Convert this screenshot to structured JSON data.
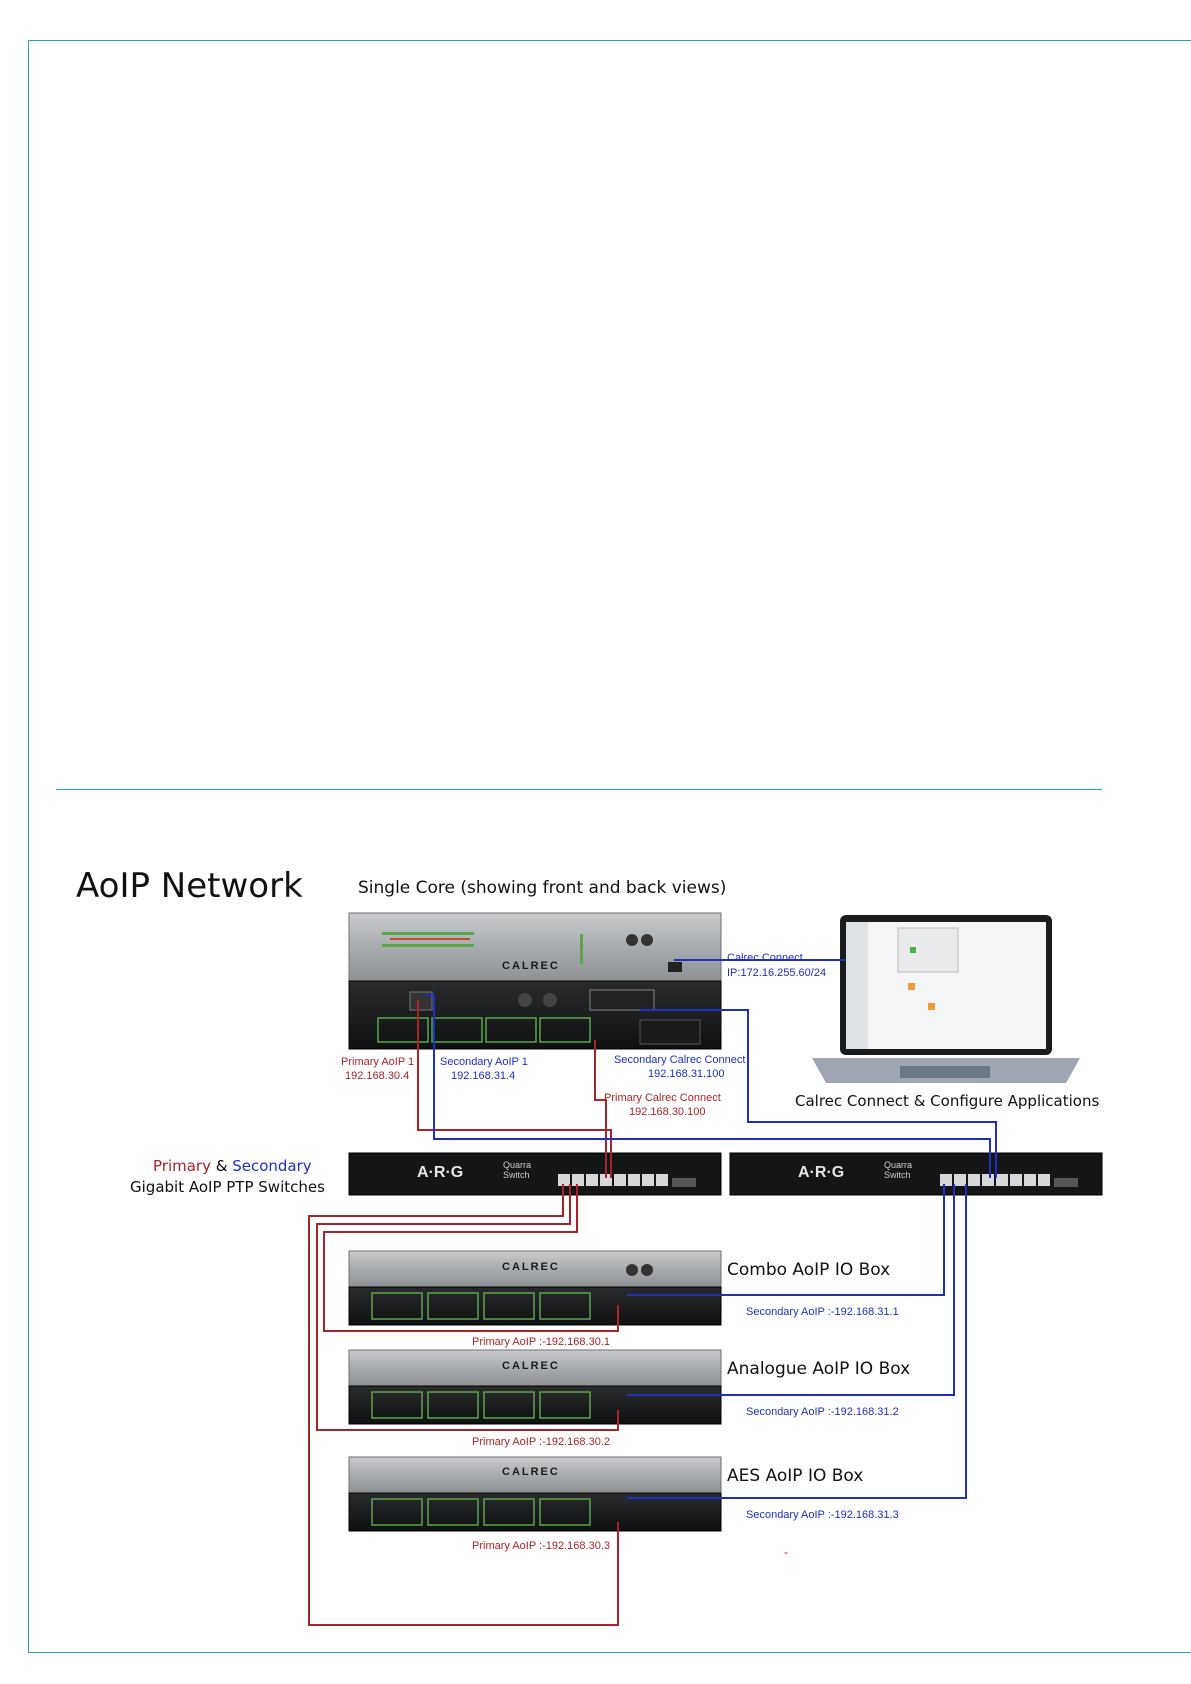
{
  "heading": "AoIP Network",
  "core_title": "Single Core (showing front and back views)",
  "calrec_connect": {
    "label": "Calrec Connect",
    "ip": "IP:172.16.255.60/24"
  },
  "laptop_caption": "Calrec Connect & Configure Applications",
  "primary_aoip_1": {
    "label": "Primary AoIP 1",
    "ip": "192.168.30.4"
  },
  "secondary_aoip_1": {
    "label": "Secondary AoIP 1",
    "ip": "192.168.31.4"
  },
  "secondary_calrec_connect": {
    "label": "Secondary Calrec Connect",
    "ip": "192.168.31.100"
  },
  "primary_calrec_connect": {
    "label": "Primary Calrec Connect",
    "ip": "192.168.30.100"
  },
  "switches_caption": {
    "primary": "Primary",
    "amp": "&",
    "secondary": "Secondary",
    "line2": "Gigabit AoIP PTP Switches"
  },
  "switch_brand": "A·R·G",
  "switch_model": "Quarra\nSwitch",
  "brand": "CALREC",
  "io_boxes": [
    {
      "name": "Combo AoIP IO Box",
      "primary": "Primary AoIP :-192.168.30.1",
      "secondary": "Secondary AoIP :-192.168.31.1"
    },
    {
      "name": "Analogue AoIP IO Box",
      "primary": "Primary AoIP :-192.168.30.2",
      "secondary": "Secondary AoIP :-192.168.31.2"
    },
    {
      "name": "AES AoIP IO Box",
      "primary": "Primary AoIP :-192.168.30.3",
      "secondary": "Secondary AoIP :-192.168.31.3"
    }
  ],
  "colors": {
    "primary": "#a8242a",
    "secondary": "#1f2fc2",
    "accent": "#2fa3a0"
  }
}
